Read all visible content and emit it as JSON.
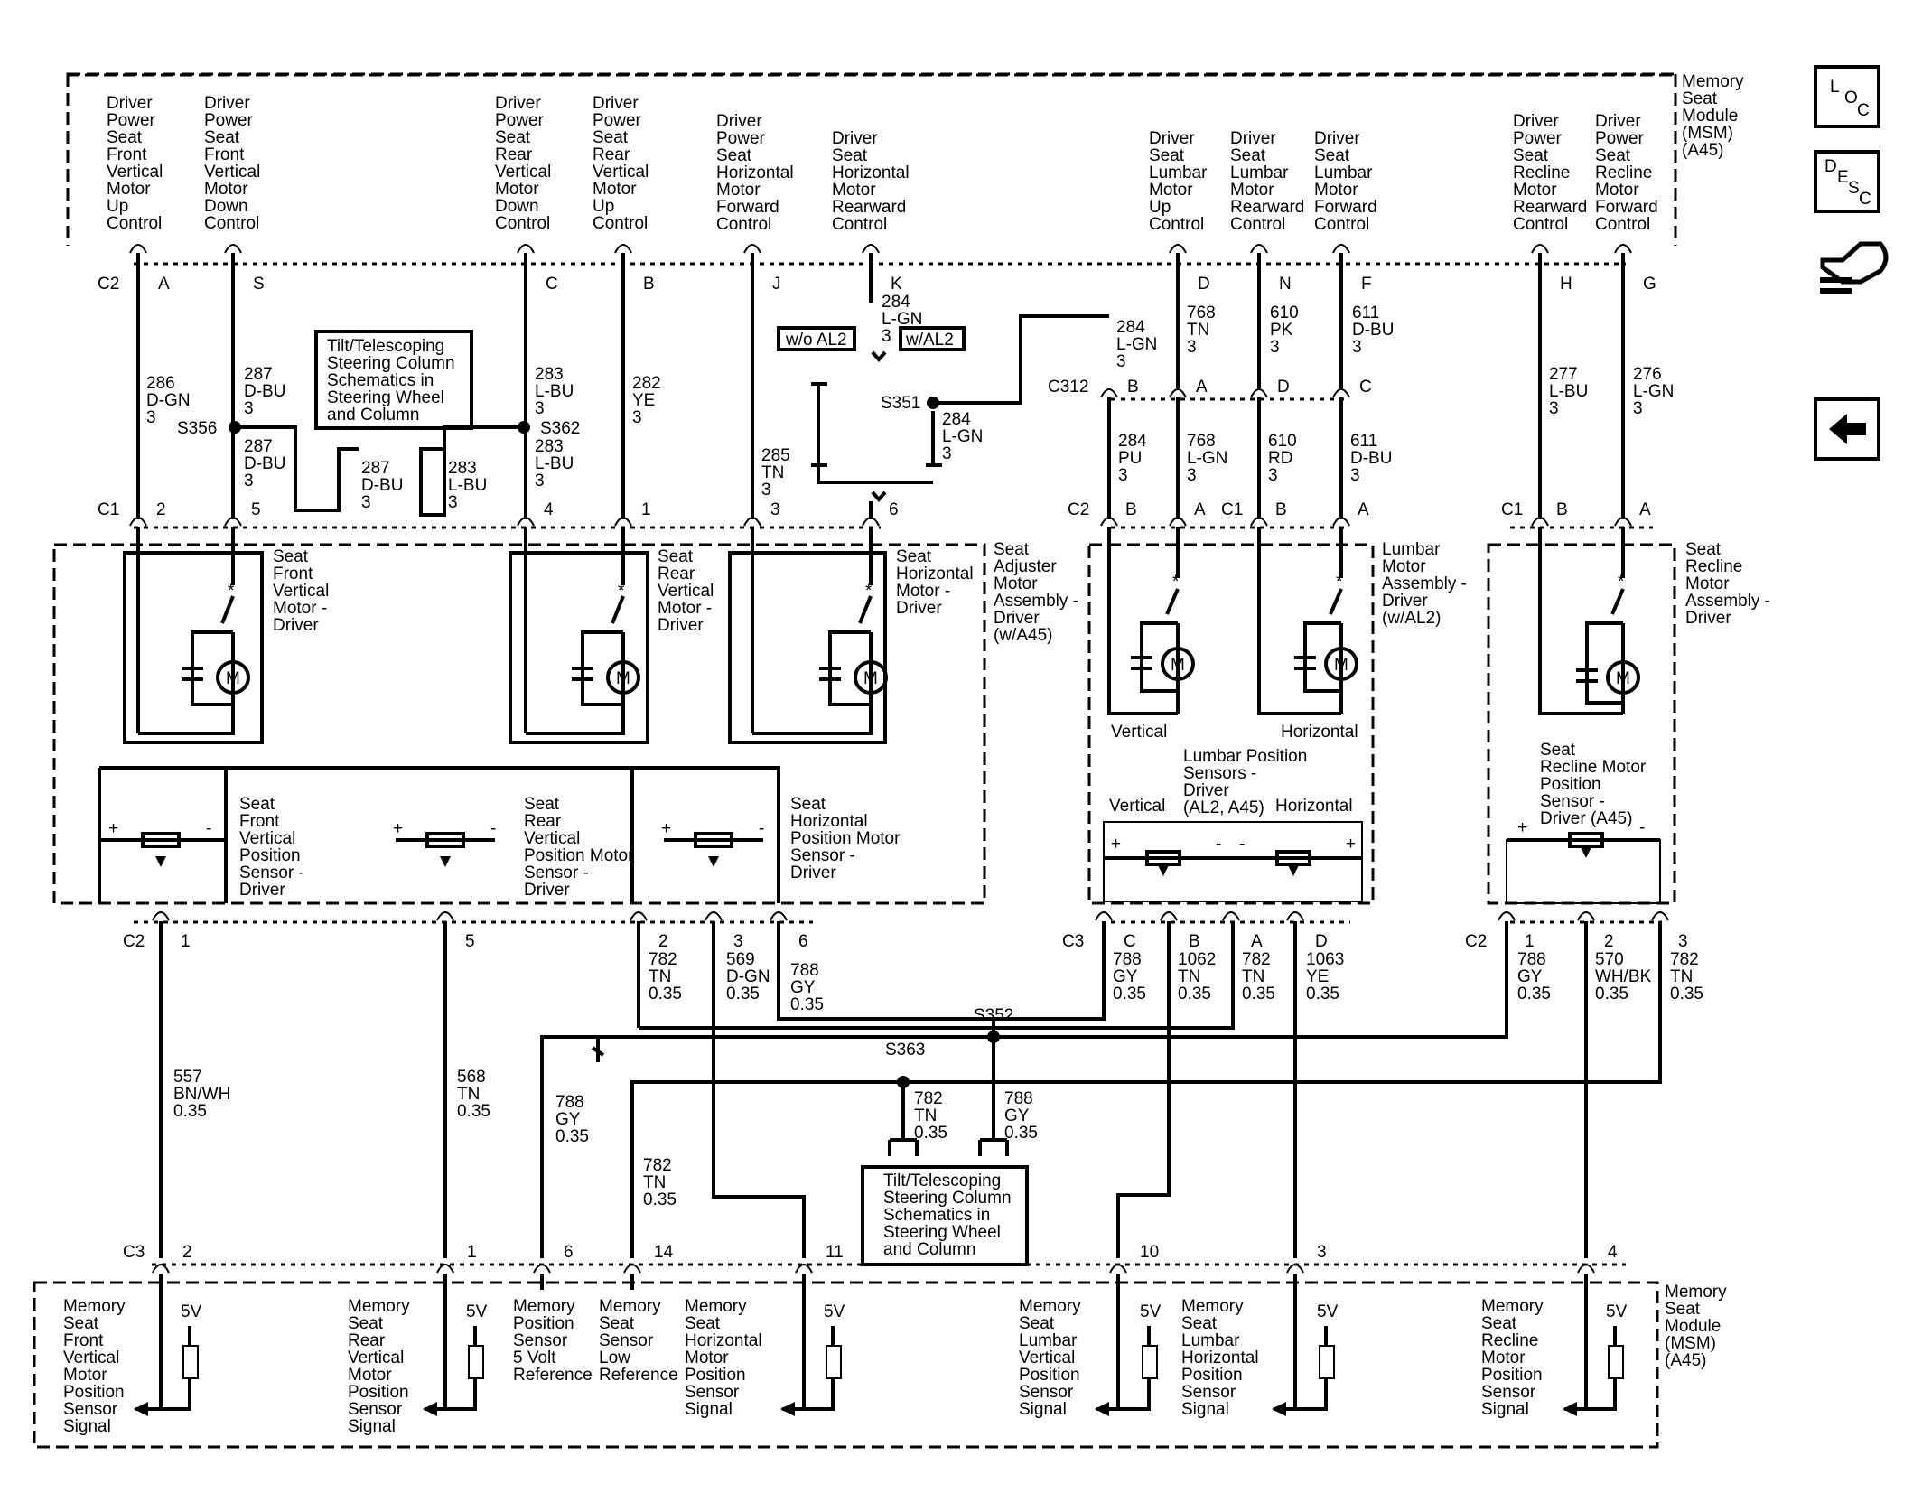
{
  "module_top": {
    "label": [
      "Memory",
      "Seat",
      "Module",
      "(MSM)",
      "(A45)"
    ],
    "circuits": [
      {
        "label": [
          "Driver",
          "Power",
          "Seat",
          "Front",
          "Vertical",
          "Motor",
          "Up",
          "Control"
        ],
        "conn": "C2",
        "pin": "A",
        "wire": [
          "286",
          "D-GN",
          "3"
        ]
      },
      {
        "label": [
          "Driver",
          "Power",
          "Seat",
          "Front",
          "Vertical",
          "Motor",
          "Down",
          "Control"
        ],
        "pin": "S",
        "wire": [
          "287",
          "D-BU",
          "3"
        ]
      },
      {
        "label": [
          "Driver",
          "Power",
          "Seat",
          "Rear",
          "Vertical",
          "Motor",
          "Down",
          "Control"
        ],
        "pin": "C",
        "wire": [
          "283",
          "L-BU",
          "3"
        ]
      },
      {
        "label": [
          "Driver",
          "Power",
          "Seat",
          "Rear",
          "Vertical",
          "Motor",
          "Up",
          "Control"
        ],
        "pin": "B",
        "wire": [
          "282",
          "YE",
          "3"
        ]
      },
      {
        "label": [
          "Driver",
          "Power",
          "Seat",
          "Horizontal",
          "Motor",
          "Forward",
          "Control"
        ],
        "pin": "J",
        "wire": [
          "285",
          "TN",
          "3"
        ]
      },
      {
        "label": [
          "Driver",
          "Seat",
          "Horizontal",
          "Motor",
          "Rearward",
          "Control"
        ],
        "pin": "K",
        "wire": [
          "284",
          "L-GN",
          "3"
        ]
      },
      {
        "label": [
          "Driver",
          "Seat",
          "Lumbar",
          "Motor",
          "Up",
          "Control"
        ],
        "pin": "D",
        "wire": [
          "768",
          "TN",
          "3"
        ]
      },
      {
        "label": [
          "Driver",
          "Seat",
          "Lumbar",
          "Motor",
          "Rearward",
          "Control"
        ],
        "pin": "N",
        "wire": [
          "610",
          "PK",
          "3"
        ]
      },
      {
        "label": [
          "Driver",
          "Seat",
          "Lumbar",
          "Motor",
          "Forward",
          "Control"
        ],
        "pin": "F",
        "wire": [
          "611",
          "D-BU",
          "3"
        ]
      },
      {
        "label": [
          "Driver",
          "Power",
          "Seat",
          "Recline",
          "Motor",
          "Rearward",
          "Control"
        ],
        "pin": "H",
        "wire": [
          "277",
          "L-BU",
          "3"
        ]
      },
      {
        "label": [
          "Driver",
          "Power",
          "Seat",
          "Recline",
          "Motor",
          "Forward",
          "Control"
        ],
        "pin": "G",
        "wire": [
          "276",
          "L-GN",
          "3"
        ]
      }
    ]
  },
  "splices": {
    "s356": "S356",
    "s362": "S362",
    "s351": "S351",
    "s352": "S352",
    "s363": "S363",
    "s356_wire": [
      "287",
      "D-BU",
      "3"
    ],
    "s362_wire": [
      "283",
      "L-BU",
      "3"
    ],
    "s351_wire": [
      "284",
      "L-GN",
      "3"
    ],
    "s356_stub_wire": [
      "287",
      "D-BU",
      "3"
    ],
    "s362_stub_wire": [
      "283",
      "L-BU",
      "3"
    ],
    "s351_up_wire": [
      "284",
      "L-GN",
      "3"
    ]
  },
  "option_labels": {
    "without": "w/o AL2",
    "with": "w/AL2"
  },
  "tilt_box_top": [
    "Tilt/Telescoping",
    "Steering Column",
    "Schematics in",
    "Steering Wheel",
    "and Column"
  ],
  "tilt_box_bottom": [
    "Tilt/Telescoping",
    "Steering Column",
    "Schematics in",
    "Steering Wheel",
    "and Column"
  ],
  "c312": {
    "label": "C312",
    "pins": [
      "B",
      "A",
      "D",
      "C"
    ],
    "wires_below": [
      [
        "284",
        "PU",
        "3"
      ],
      [
        "768",
        "L-GN",
        "3"
      ],
      [
        "610",
        "RD",
        "3"
      ],
      [
        "611",
        "D-BU",
        "3"
      ]
    ]
  },
  "c1_pins": {
    "seat_adjuster": {
      "conn": "C1",
      "pins": [
        "2",
        "5",
        "4",
        "1",
        "3",
        "6"
      ]
    },
    "lumbar_c2": {
      "conn": "C2",
      "pins": [
        "B",
        "A"
      ]
    },
    "lumbar_c1": {
      "conn": "C1",
      "pins": [
        "B",
        "A"
      ]
    },
    "recline": {
      "conn": "C1",
      "pins": [
        "B",
        "A"
      ]
    }
  },
  "assemblies": {
    "seat_adjuster": [
      "Seat",
      "Adjuster",
      "Motor",
      "Assembly -",
      "Driver",
      "(w/A45)"
    ],
    "lumbar": [
      "Lumbar",
      "Motor",
      "Assembly -",
      "Driver",
      "(w/AL2)"
    ],
    "recline": [
      "Seat",
      "Recline",
      "Motor",
      "Assembly -",
      "Driver"
    ]
  },
  "motors": {
    "front_vertical": [
      "Seat",
      "Front",
      "Vertical",
      "Motor -",
      "Driver"
    ],
    "rear_vertical": [
      "Seat",
      "Rear",
      "Vertical",
      "Motor -",
      "Driver"
    ],
    "horizontal": [
      "Seat",
      "Horizontal",
      "Motor -",
      "Driver"
    ],
    "motor_symbol": "M",
    "lumbar_vertical": "Vertical",
    "lumbar_horizontal": "Horizontal"
  },
  "sensors": {
    "front_vertical": [
      "Seat",
      "Front",
      "Vertical",
      "Position",
      "Sensor -",
      "Driver"
    ],
    "rear_vertical": [
      "Seat",
      "Rear",
      "Vertical",
      "Position Motor",
      "Sensor -",
      "Driver"
    ],
    "horizontal": [
      "Seat",
      "Horizontal",
      "Position Motor",
      "Sensor -",
      "Driver"
    ],
    "lumbar": [
      "Lumbar Position",
      "Sensors -",
      "Driver",
      "(AL2, A45)"
    ],
    "lumbar_vertical": "Vertical",
    "lumbar_horizontal": "Horizontal",
    "recline": [
      "Seat",
      "Recline Motor",
      "Position",
      "Sensor -",
      "Driver (A45)"
    ],
    "plus": "+",
    "minus": "-"
  },
  "sensor_conn": {
    "seat_adjuster": {
      "conn": "C2",
      "pins": [
        "1",
        "5",
        "2",
        "3",
        "6"
      ]
    },
    "lumbar": {
      "conn": "C3",
      "pins": [
        "C",
        "B",
        "A",
        "D"
      ]
    },
    "recline": {
      "conn": "C2",
      "pins": [
        "1",
        "2",
        "3"
      ]
    }
  },
  "sensor_wires": {
    "w557": [
      "557",
      "BN/WH",
      "0.35"
    ],
    "w568": [
      "568",
      "TN",
      "0.35"
    ],
    "w782a": [
      "782",
      "TN",
      "0.35"
    ],
    "w569": [
      "569",
      "D-GN",
      "0.35"
    ],
    "w788a": [
      "788",
      "GY",
      "0.35"
    ],
    "w788b": [
      "788",
      "GY",
      "0.35"
    ],
    "w1062": [
      "1062",
      "TN",
      "0.35"
    ],
    "w782b": [
      "782",
      "TN",
      "0.35"
    ],
    "w1063": [
      "1063",
      "YE",
      "0.35"
    ],
    "w788c": [
      "788",
      "GY",
      "0.35"
    ],
    "w570": [
      "570",
      "WH/BK",
      "0.35"
    ],
    "w782c": [
      "782",
      "TN",
      "0.35"
    ],
    "w788_mid": [
      "788",
      "GY",
      "0.35"
    ],
    "w782_mid": [
      "782",
      "TN",
      "0.35"
    ],
    "w782_s363": [
      "782",
      "TN",
      "0.35"
    ],
    "w788_s363": [
      "788",
      "GY",
      "0.35"
    ]
  },
  "module_bottom": {
    "label": [
      "Memory",
      "Seat",
      "Module",
      "(MSM)",
      "(A45)"
    ],
    "conn": "C3",
    "pins": [
      "2",
      "1",
      "6",
      "14",
      "11",
      "10",
      "3",
      "4"
    ],
    "five_volt": "5V",
    "signals": {
      "front_vertical": [
        "Memory",
        "Seat",
        "Front",
        "Vertical",
        "Motor",
        "Position",
        "Sensor",
        "Signal"
      ],
      "rear_vertical": [
        "Memory",
        "Seat",
        "Rear",
        "Vertical",
        "Motor",
        "Position",
        "Sensor",
        "Signal"
      ],
      "five_volt_ref": [
        "Memory",
        "Position",
        "Sensor",
        "5 Volt",
        "Reference"
      ],
      "low_ref": [
        "Memory",
        "Seat",
        "Sensor",
        "Low",
        "Reference"
      ],
      "horizontal": [
        "Memory",
        "Seat",
        "Horizontal",
        "Motor",
        "Position",
        "Sensor",
        "Signal"
      ],
      "lumbar_vertical": [
        "Memory",
        "Seat",
        "Lumbar",
        "Vertical",
        "Position",
        "Sensor",
        "Signal"
      ],
      "lumbar_horizontal": [
        "Memory",
        "Seat",
        "Lumbar",
        "Horizontal",
        "Position",
        "Sensor",
        "Signal"
      ],
      "recline": [
        "Memory",
        "Seat",
        "Recline",
        "Motor",
        "Position",
        "Sensor",
        "Signal"
      ]
    }
  },
  "side_buttons": {
    "loc": [
      "L",
      "O",
      "C"
    ],
    "desc": [
      "D",
      "E",
      "S",
      "C"
    ],
    "back_icon": "left-arrow-icon",
    "connector_icon": "connector-icon"
  }
}
